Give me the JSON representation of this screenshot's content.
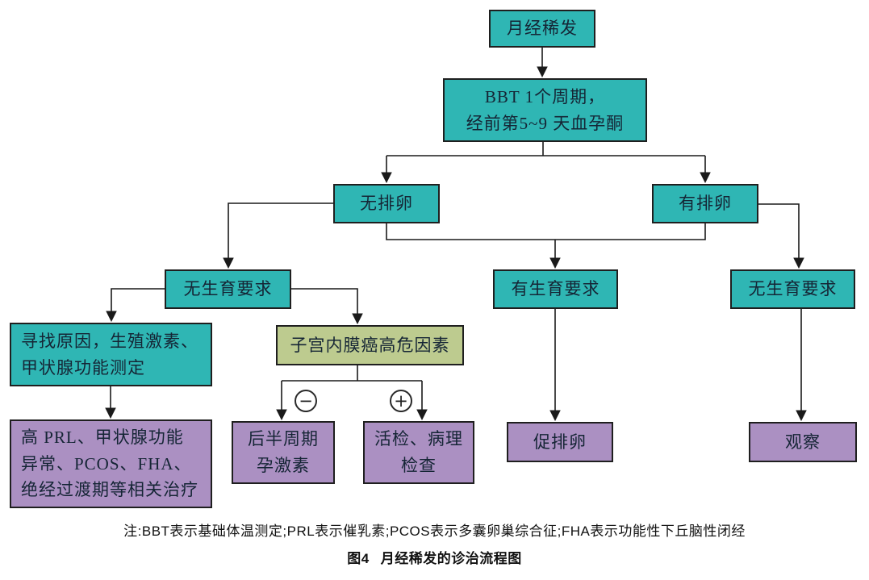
{
  "diagram": {
    "nodes": {
      "start": {
        "label": "月经稀发"
      },
      "bbt": {
        "label": "BBT 1个周期，\n经前第5~9 天血孕酮"
      },
      "anovulation": {
        "label": "无排卵"
      },
      "ovulation": {
        "label": "有排卵"
      },
      "no_fertility_left": {
        "label": "无生育要求"
      },
      "fertility_desire": {
        "label": "有生育要求"
      },
      "no_fertility_right": {
        "label": "无生育要求"
      },
      "find_cause": {
        "label": "寻找原因，生殖激素、\n甲状腺功能测定"
      },
      "endometrial_risk": {
        "label": "子宫内膜癌高危因素"
      },
      "related_treatment": {
        "label": "高 PRL、甲状腺功能\n异常、PCOS、FHA、\n绝经过渡期等相关治疗"
      },
      "luteal_progestin": {
        "label": "后半周期\n孕激素"
      },
      "biopsy": {
        "label": "活检、病理\n检查"
      },
      "induce_ovulation": {
        "label": "促排卵"
      },
      "observe": {
        "label": "观察"
      }
    },
    "branch_markers": {
      "negative": "−",
      "positive": "+"
    },
    "colors": {
      "teal": "#2fb6b4",
      "purple": "#ab90c2",
      "green": "#bdcb8f",
      "line": "#1a1a1a"
    }
  },
  "footer": {
    "note": "注:BBT表示基础体温测定;PRL表示催乳素;PCOS表示多囊卵巢综合征;FHA表示功能性下丘脑性闭经",
    "caption_prefix": "图4",
    "caption_text": "月经稀发的诊治流程图"
  }
}
